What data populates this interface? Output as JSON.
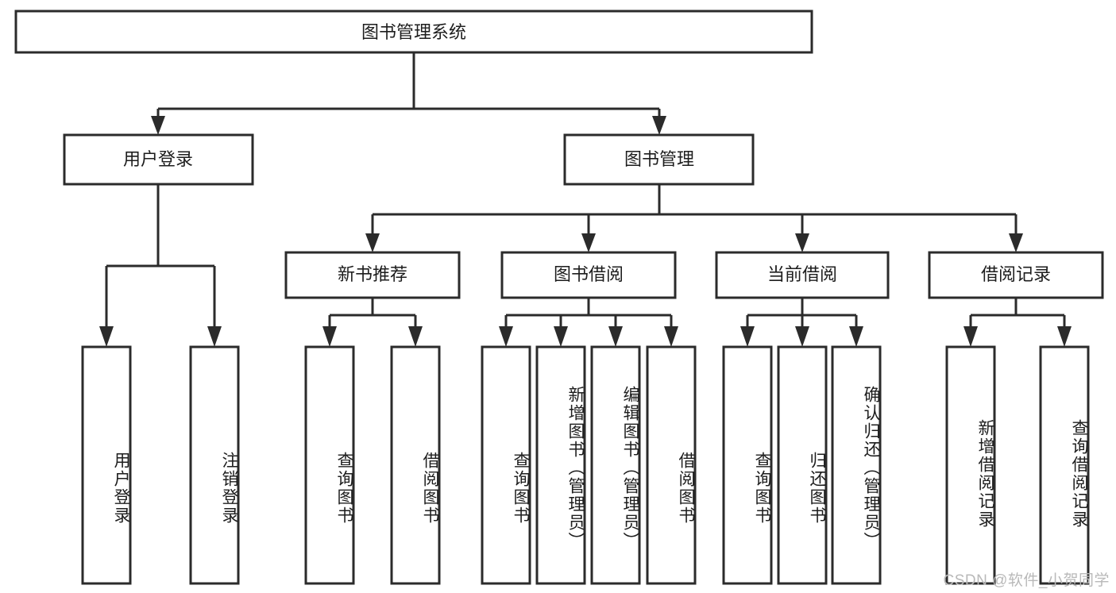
{
  "diagram": {
    "title": "图书管理系统",
    "type": "tree-hierarchy-diagram",
    "colors": {
      "box_fill": "#ffffff",
      "box_stroke": "#2b2b2b",
      "connector": "#2b2b2b",
      "text": "#1d1d1d",
      "watermark": "#b9b9b9",
      "background": "#ffffff"
    },
    "root": {
      "label": "图书管理系统"
    },
    "level2": [
      {
        "id": "user-login",
        "label": "用户登录"
      },
      {
        "id": "book-management",
        "label": "图书管理"
      }
    ],
    "level3": [
      {
        "id": "new-book-recommend",
        "label": "新书推荐"
      },
      {
        "id": "book-borrow",
        "label": "图书借阅"
      },
      {
        "id": "current-borrow",
        "label": "当前借阅"
      },
      {
        "id": "borrow-record",
        "label": "借阅记录"
      }
    ],
    "leaves": {
      "user_login": [
        {
          "id": "leaf-user-login",
          "label": "用户登录"
        },
        {
          "id": "leaf-logout-login",
          "label": "注销登录"
        }
      ],
      "new_book_recommend": [
        {
          "id": "leaf-query-book-1",
          "label": "查询图书"
        },
        {
          "id": "leaf-borrow-book-1",
          "label": "借阅图书"
        }
      ],
      "book_borrow": [
        {
          "id": "leaf-query-book-2",
          "label": "查询图书"
        },
        {
          "id": "leaf-add-book",
          "label": "新增图书（管理员）"
        },
        {
          "id": "leaf-edit-book",
          "label": "编辑图书（管理员）"
        },
        {
          "id": "leaf-borrow-book-2",
          "label": "借阅图书"
        }
      ],
      "current_borrow": [
        {
          "id": "leaf-query-book-3",
          "label": "查询图书"
        },
        {
          "id": "leaf-return-book",
          "label": "归还图书"
        },
        {
          "id": "leaf-confirm-return",
          "label": "确认归还（管理员）"
        }
      ],
      "borrow_record": [
        {
          "id": "leaf-add-record",
          "label": "新增借阅记录"
        },
        {
          "id": "leaf-query-record",
          "label": "查询借阅记录"
        }
      ]
    }
  },
  "watermark": {
    "text": "CSDN @软件_小贺同学"
  }
}
